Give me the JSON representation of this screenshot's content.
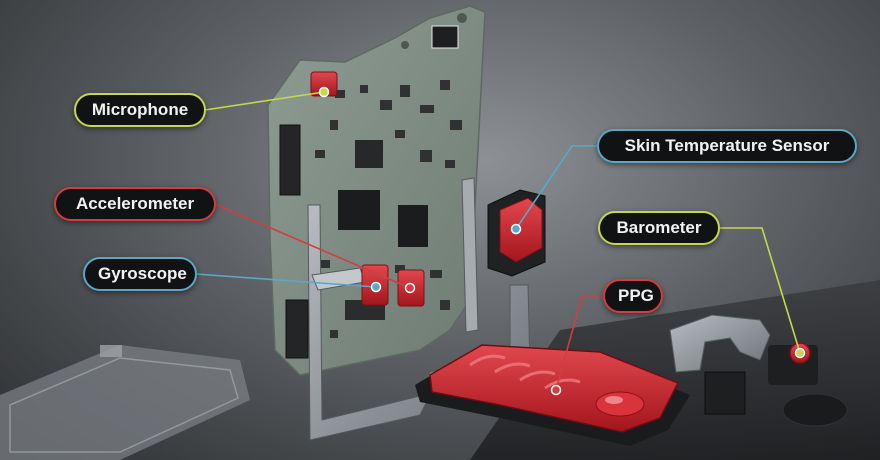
{
  "labels": {
    "microphone": "Microphone",
    "skin_temperature_sensor": "Skin Temperature Sensor",
    "accelerometer": "Accelerometer",
    "barometer": "Barometer",
    "gyroscope": "Gyroscope",
    "ppg": "PPG"
  },
  "colors": {
    "microphone": "#c6d84a",
    "barometer": "#c6d84a",
    "skin_temperature_sensor": "#58a9c6",
    "gyroscope": "#58a9c6",
    "accelerometer": "#d23d43",
    "ppg": "#d23d43",
    "pcb": "#7f8d84",
    "sensor_red": "#c8232b",
    "metal": "#9aa0a6"
  }
}
